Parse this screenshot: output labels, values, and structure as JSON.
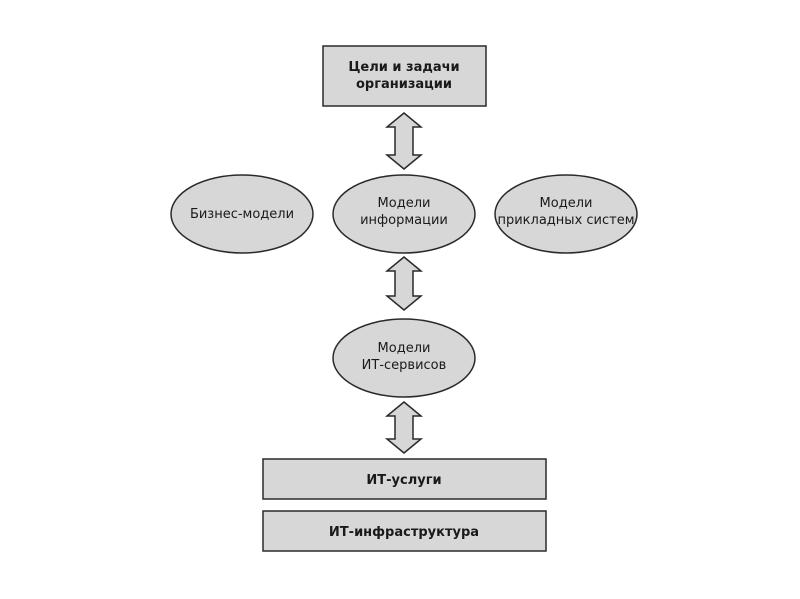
{
  "diagram": {
    "goals_box": {
      "line1": "Цели и задачи",
      "line2": "организации"
    },
    "business_models": {
      "label": "Бизнес-модели"
    },
    "information_models": {
      "line1": "Модели",
      "line2": "информации"
    },
    "application_models": {
      "line1": "Модели",
      "line2": "прикладных систем"
    },
    "it_service_models": {
      "line1": "Модели",
      "line2": "ИТ-сервисов"
    },
    "it_services_box": {
      "label": "ИТ-услуги"
    },
    "it_infrastructure_box": {
      "label": "ИТ-инфраструктура"
    }
  }
}
